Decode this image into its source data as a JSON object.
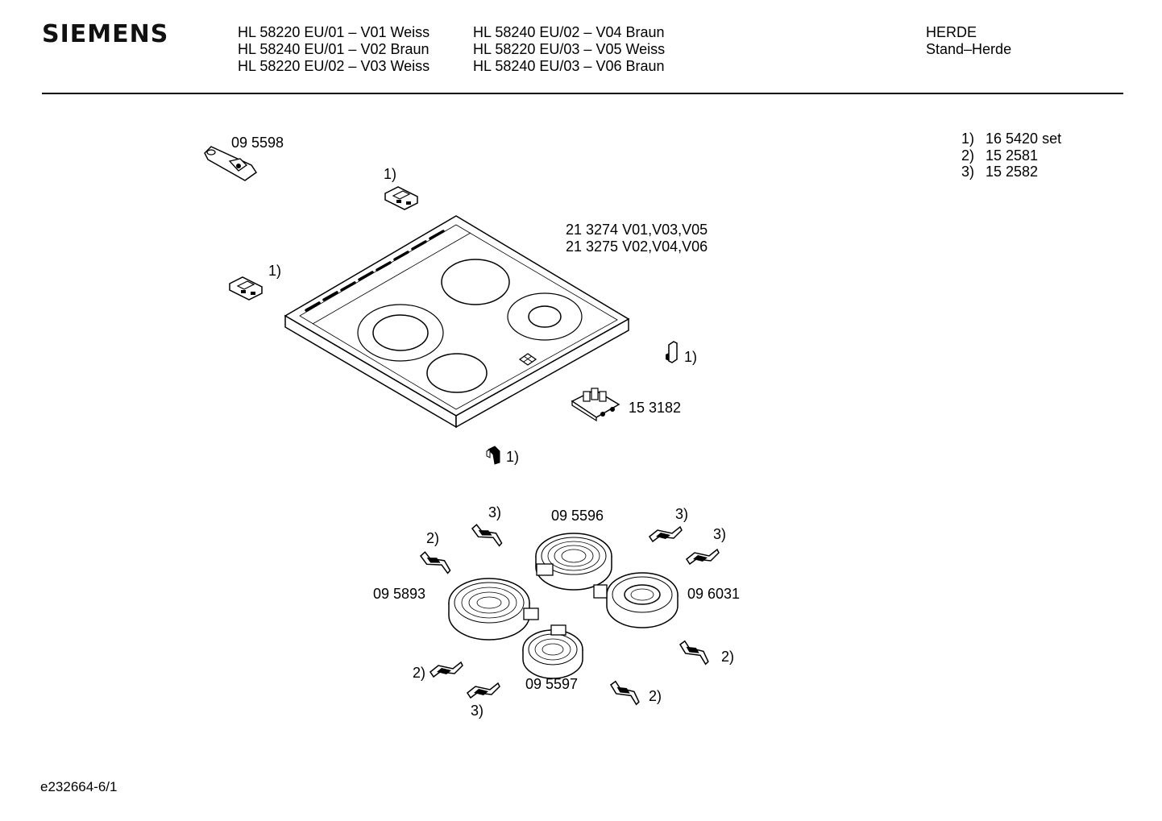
{
  "header": {
    "brand": "SIEMENS",
    "models_col1": [
      "HL 58220 EU/01 – V01 Weiss",
      "HL 58240 EU/01 – V02 Braun",
      "HL 58220 EU/02 – V03 Weiss"
    ],
    "models_col2": [
      "HL 58240 EU/02 – V04 Braun",
      "HL 58220 EU/03 – V05 Weiss",
      "HL 58240 EU/03 – V06 Braun"
    ],
    "category": "HERDE",
    "subcategory": "Stand–Herde"
  },
  "legend": [
    {
      "key": "1)",
      "value": "16 5420 set"
    },
    {
      "key": "2)",
      "value": "15 2581"
    },
    {
      "key": "3)",
      "value": "15 2582"
    }
  ],
  "labels": {
    "bracket_top": "09 5598",
    "clip_top": "1)",
    "clip_left": "1)",
    "hob_line1": "21 3274 V01,V03,V05",
    "hob_line2": "21 3275 V02,V04,V06",
    "clip_right": "1)",
    "switch": "15 3182",
    "clip_bottom": "1)",
    "heater_back": "09 5596",
    "heater_left": "09 5893",
    "heater_right": "09 6031",
    "heater_front": "09 5597",
    "ref_3_a": "3)",
    "ref_2_a": "2)",
    "ref_3_b": "3)",
    "ref_3_c": "3)",
    "ref_2_b": "2)",
    "ref_3_d": "3)",
    "ref_2_c": "2)",
    "ref_2_d": "2)"
  },
  "footer": {
    "code": "e232664-6/1"
  }
}
